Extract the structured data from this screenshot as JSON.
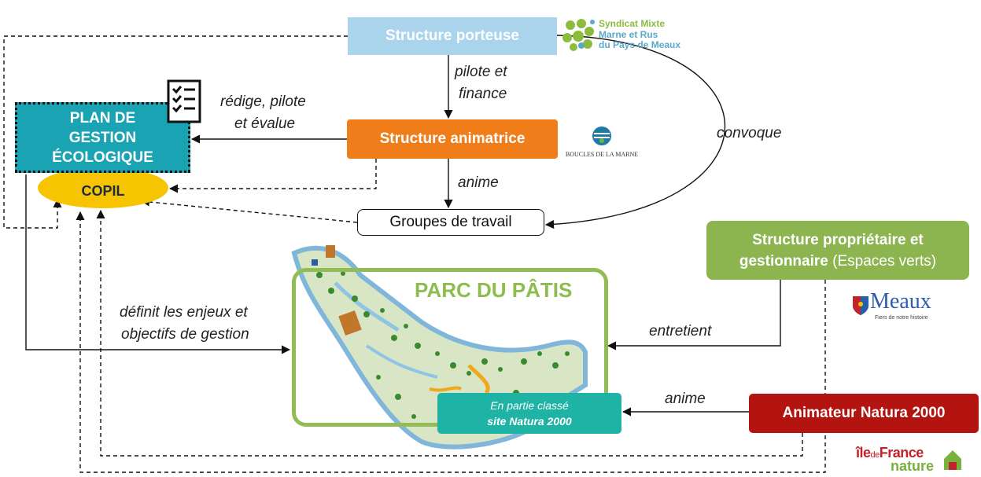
{
  "nodes": {
    "porteuse": "Structure porteuse",
    "animatrice": "Structure animatrice",
    "groupes": "Groupes de travail",
    "plan_lines": [
      "PLAN DE",
      "GESTION",
      "ÉCOLOGIQUE"
    ],
    "copil": "COPIL",
    "proprio_line1": "Structure propriétaire et",
    "proprio_line2_bold": "gestionnaire",
    "proprio_line2_normal": " (Espaces verts)",
    "natura_animateur": "Animateur Natura 2000",
    "classe_line1": "En partie classé",
    "classe_line2": "site Natura 2000"
  },
  "park": {
    "title": "PARC DU PÂTIS"
  },
  "edge_labels": {
    "pilote_finance": [
      "pilote et",
      "finance"
    ],
    "redige": [
      "rédige, pilote",
      "et évalue"
    ],
    "anime_top": "anime",
    "convoque": "convoque",
    "definit": [
      "définit les enjeux et",
      "objectifs de gestion"
    ],
    "entretient": "entretient",
    "anime_natura": "anime"
  },
  "logos": {
    "syndicat": [
      "Syndicat Mixte",
      "Marne et Rus",
      "du Pays de Meaux"
    ],
    "cpie": "BOUCLES DE LA MARNE",
    "meaux_word": "Meaux",
    "meaux_slogan": "Fiers de notre histoire",
    "idf_ile": "île",
    "idf_de": "de",
    "idf_france": "France",
    "idf_nature": "nature"
  },
  "colors": {
    "porteuse": "#aad3ec",
    "animatrice": "#ef7d1a",
    "plan": "#1aa3b3",
    "copil": "#f6c400",
    "proprio": "#8db54f",
    "natura": "#b3140f",
    "classe": "#1fb3a5",
    "park_frame": "#92bc55"
  }
}
